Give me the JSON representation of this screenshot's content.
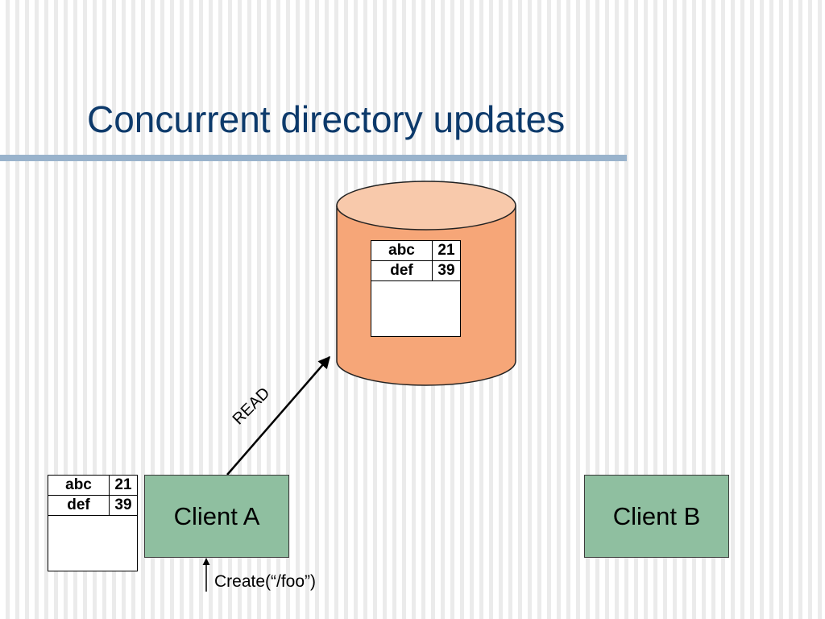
{
  "slide": {
    "title": "Concurrent directory updates"
  },
  "colors": {
    "title_text": "#0d3a6b",
    "title_rule": "#99b3cc",
    "disk_fill": "#f6a678",
    "disk_top": "#f8c9ab",
    "client_fill": "#8fbfa0"
  },
  "server_directory": {
    "rows": [
      {
        "name": "abc",
        "value": "21"
      },
      {
        "name": "def",
        "value": "39"
      }
    ]
  },
  "client_a_directory": {
    "rows": [
      {
        "name": "abc",
        "value": "21"
      },
      {
        "name": "def",
        "value": "39"
      }
    ]
  },
  "clients": {
    "a_label": "Client A",
    "b_label": "Client B"
  },
  "arrows": {
    "read_label": "READ",
    "create_label": "Create(“/foo”)"
  }
}
